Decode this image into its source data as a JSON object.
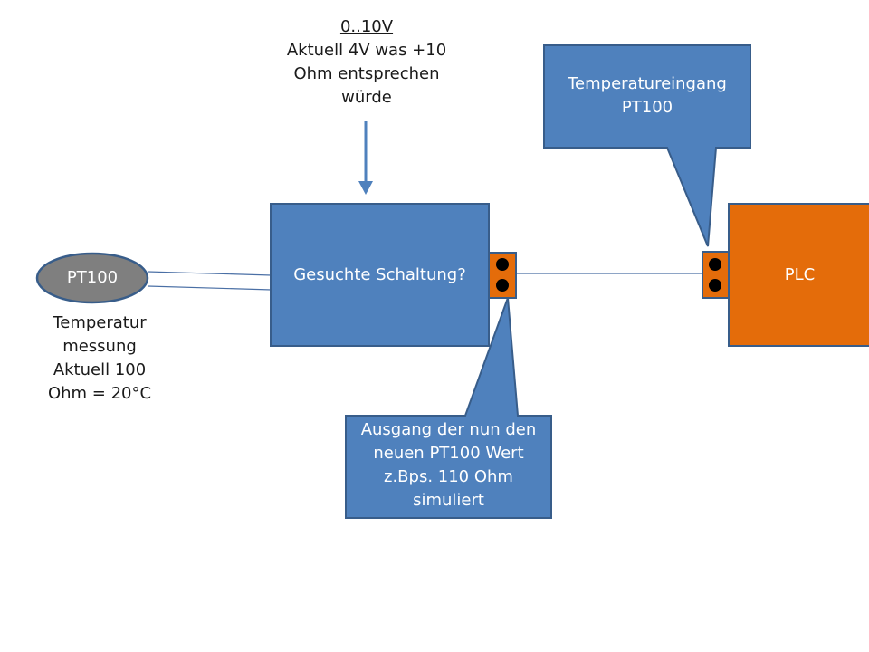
{
  "colors": {
    "blue_fill": "#4f81bd",
    "blue_border": "#385d8a",
    "orange_fill": "#e46c0a",
    "gray_fill": "#7f7f7f",
    "terminal_dot": "#000000",
    "text_dark": "#1a1a1a",
    "text_light": "#ffffff"
  },
  "voltage_input": {
    "range_label": "0..10V",
    "lines": [
      "Aktuell 4V was +10",
      "Ohm entsprechen",
      "würde"
    ]
  },
  "callout_temperature_input": {
    "lines": [
      "Temperatureingang",
      "PT100"
    ]
  },
  "sensor": {
    "label": "PT100",
    "description": [
      "Temperatur",
      "messung",
      "Aktuell 100",
      "Ohm = 20°C"
    ]
  },
  "circuit_block": {
    "label": "Gesuchte Schaltung?"
  },
  "plc_block": {
    "label": "PLC"
  },
  "callout_output": {
    "lines": [
      "Ausgang der nun den",
      "neuen PT100 Wert",
      "z.Bps. 110 Ohm",
      "simuliert"
    ]
  }
}
